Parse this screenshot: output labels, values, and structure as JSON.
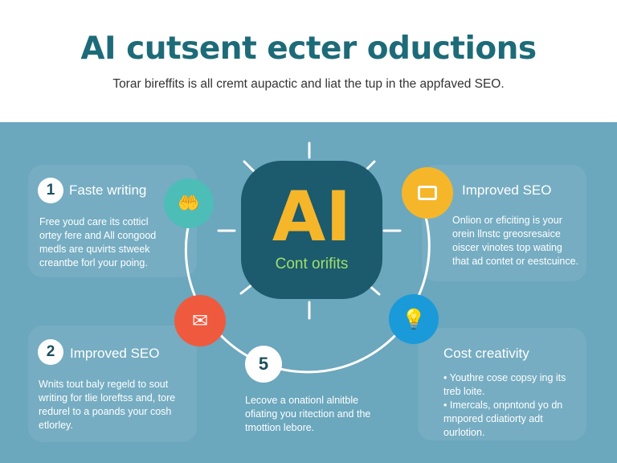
{
  "header": {
    "title": "AI cutsent ecter oductions",
    "subtitle": "Torar bireffits is all cremt aupactic and liat the tup in the appfaved SEO."
  },
  "center": {
    "label": "AI",
    "sublabel": "Cont orifits"
  },
  "cards": [
    {
      "number": "1",
      "title": "Faste writing",
      "text": "Free youd care its cotticl ortey fere and All congood medls are quvirts stweek creantbe forl your poing.",
      "icon": "hands-lightbulb-icon",
      "color": "#4dbdb8"
    },
    {
      "title": "Improved SEO",
      "text": "Onlion or eficiting is your orein llnstc greosresaice oiscer vinotes top wating that ad contet or eestcuince.",
      "icon": "monitor-chat-icon",
      "color": "#f6b62a"
    },
    {
      "number": "2",
      "title": "Improved SEO",
      "text": "Wnits tout baly regeld to sout writing for tlie loreftss and, tore redurel to a poands your cosh etlorley.",
      "icon": "envelope-icon",
      "color": "#ef5a3f"
    },
    {
      "number": "5",
      "text": "Lecove a onationl alnitble ofiating you ritection and the tmottion lebore."
    },
    {
      "title": "Cost creativity",
      "bullets": [
        "Youthre cose copsy ing its treb loite.",
        "Imercals, onpntond yo dn mnpored cdiatiorty adt ourlotion."
      ],
      "icon": "lightbulb-icon",
      "color": "#1a9ad8"
    }
  ],
  "colors": {
    "title": "#1d6b78",
    "background": "#6ba7bd",
    "center": "#1c5a6e",
    "accent": "#f6b62a"
  }
}
